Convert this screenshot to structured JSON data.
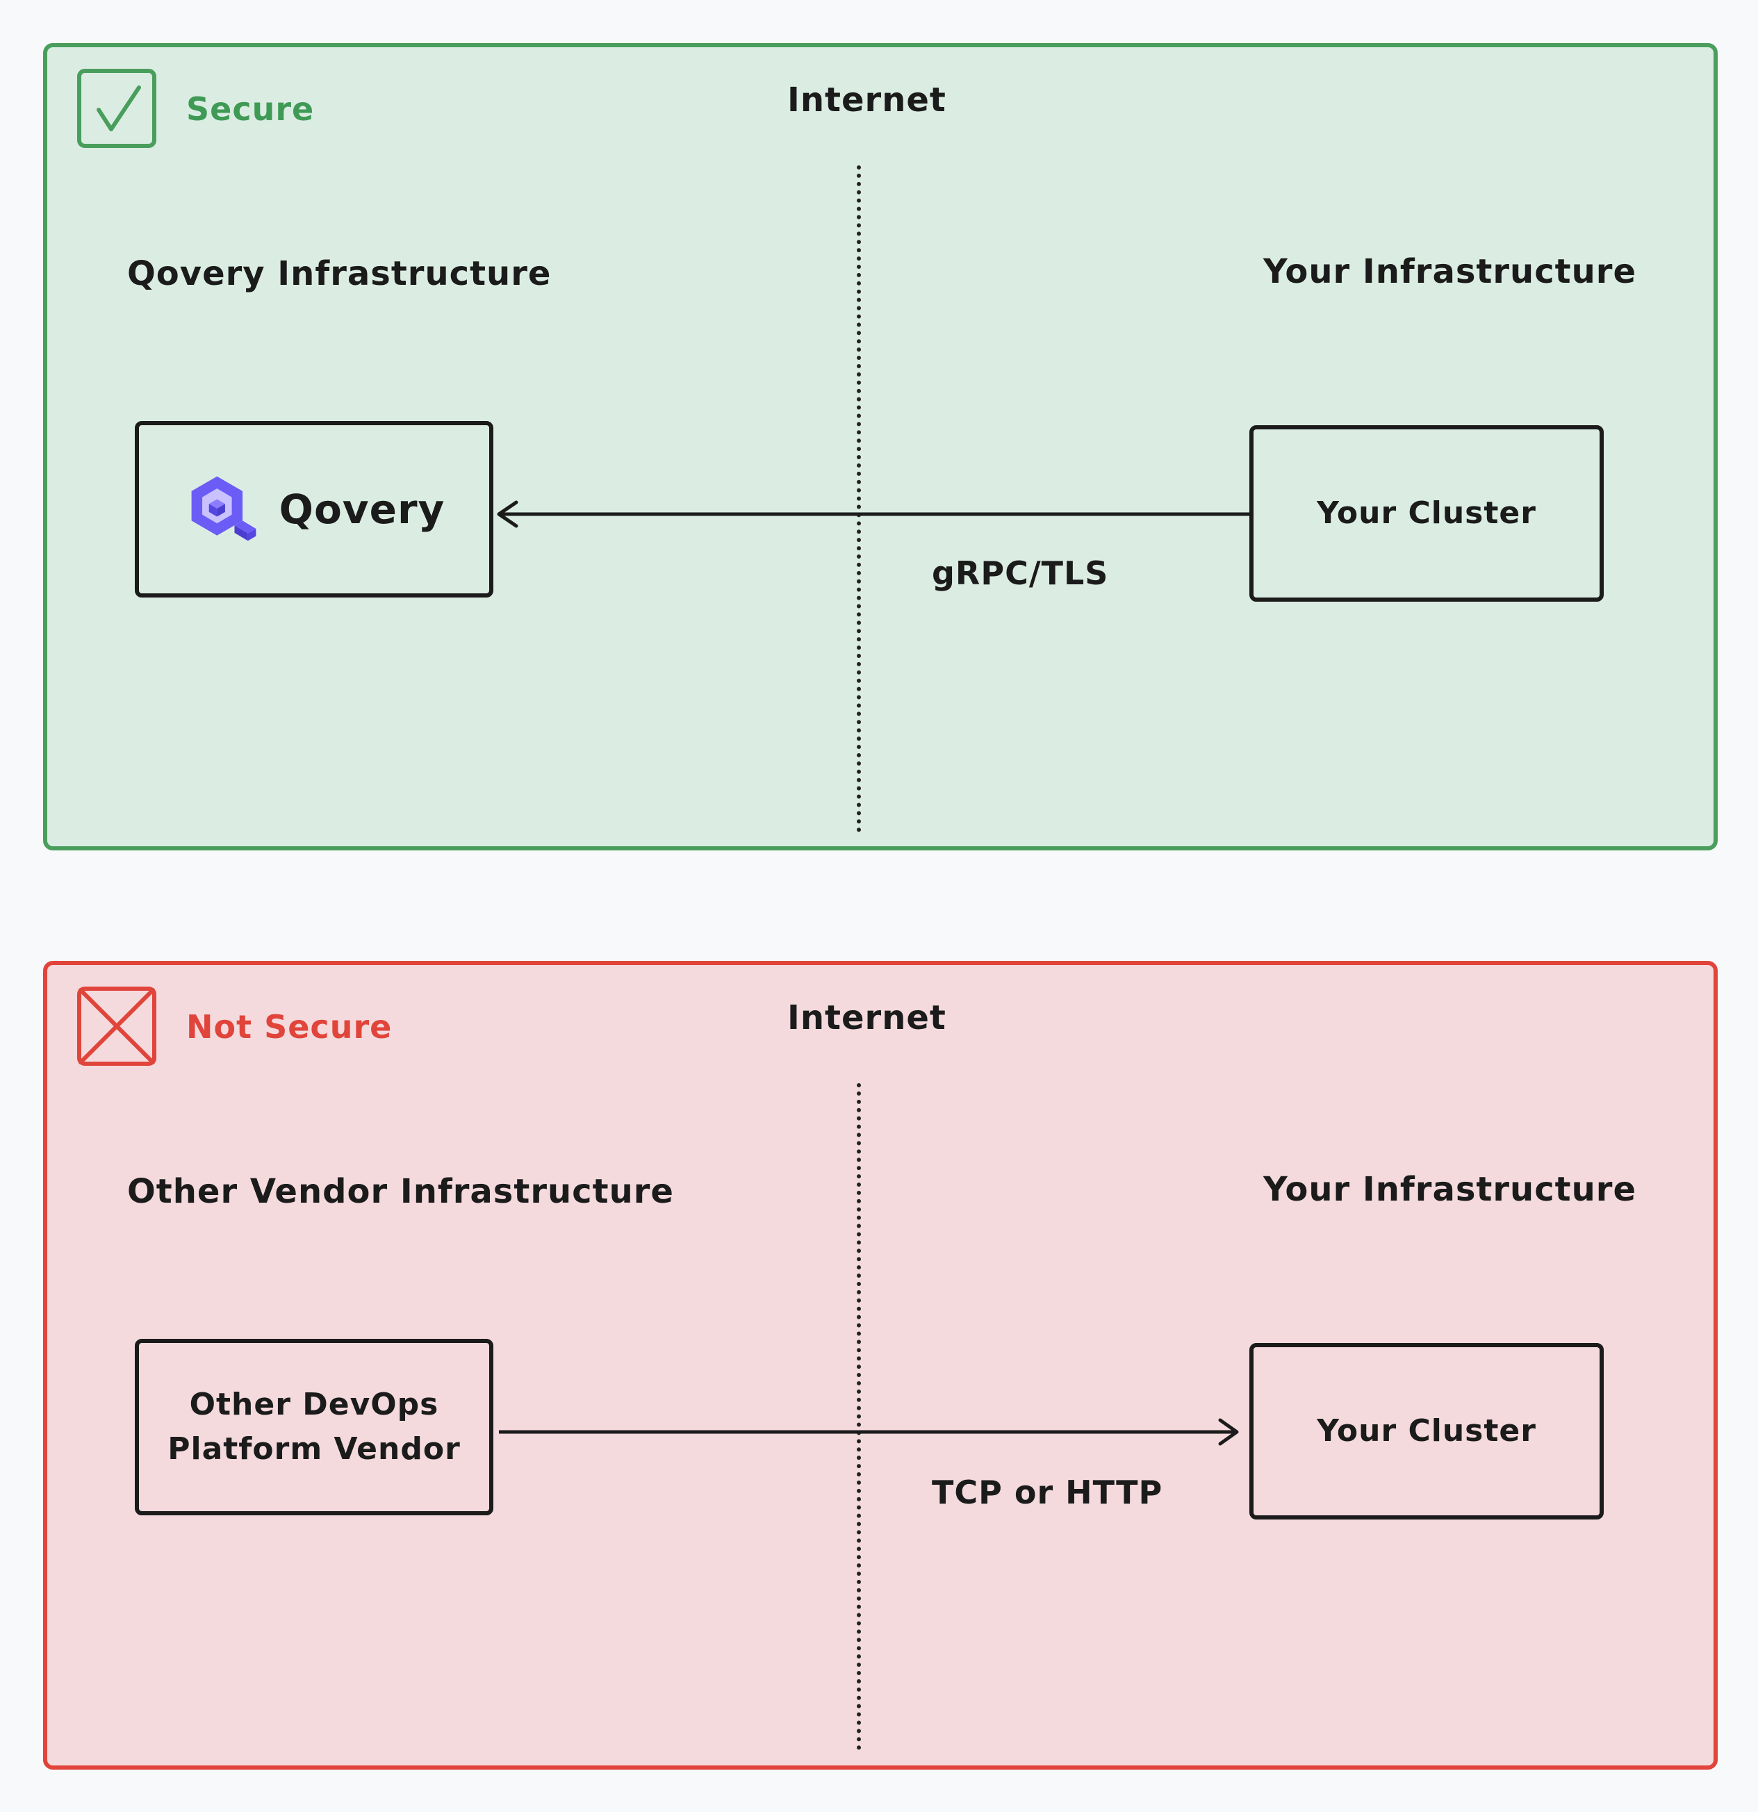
{
  "colors": {
    "secure_accent": "#4a9e5c",
    "secure_fill": "#dbede3",
    "insecure_accent": "#e0443a",
    "insecure_fill": "#f4dadd",
    "ink": "#1b1b1b",
    "logo_primary": "#6b5cf6"
  },
  "secure_panel": {
    "status_icon": "checkmark-box-icon",
    "status_label": "Secure",
    "internet_label": "Internet",
    "left_infra_label": "Qovery Infrastructure",
    "right_infra_label": "Your Infrastructure",
    "left_node": {
      "logo_icon": "qovery-logo-icon",
      "label": "Qovery"
    },
    "right_node": {
      "label": "Your Cluster"
    },
    "connection": {
      "direction": "right-to-left",
      "protocol_label": "gRPC/TLS"
    }
  },
  "insecure_panel": {
    "status_icon": "cross-box-icon",
    "status_label": "Not Secure",
    "internet_label": "Internet",
    "left_infra_label": "Other Vendor Infrastructure",
    "right_infra_label": "Your Infrastructure",
    "left_node": {
      "label_line1": "Other DevOps",
      "label_line2": "Platform Vendor"
    },
    "right_node": {
      "label": "Your Cluster"
    },
    "connection": {
      "direction": "left-to-right",
      "protocol_label": "TCP or HTTP"
    }
  }
}
